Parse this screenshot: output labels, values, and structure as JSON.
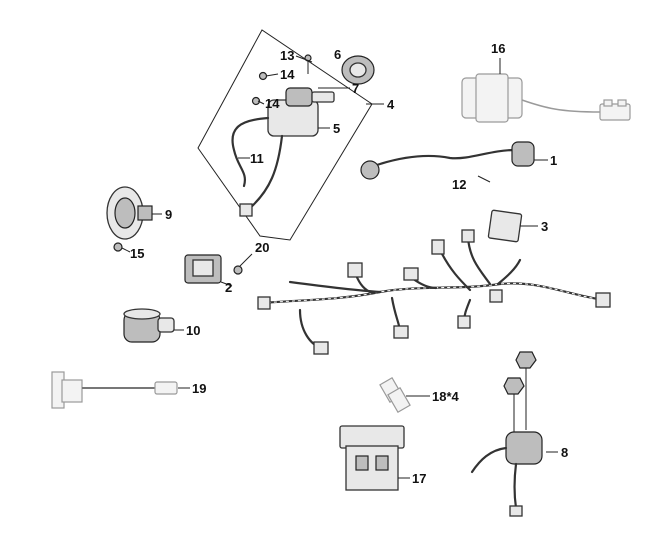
{
  "diagram": {
    "callouts": [
      {
        "id": "c1",
        "text": "1"
      },
      {
        "id": "c2",
        "text": "2"
      },
      {
        "id": "c3",
        "text": "3"
      },
      {
        "id": "c4",
        "text": "4"
      },
      {
        "id": "c5",
        "text": "5"
      },
      {
        "id": "c6",
        "text": "6"
      },
      {
        "id": "c7",
        "text": "7"
      },
      {
        "id": "c8",
        "text": "8"
      },
      {
        "id": "c9",
        "text": "9"
      },
      {
        "id": "c10",
        "text": "10"
      },
      {
        "id": "c11",
        "text": "11"
      },
      {
        "id": "c12",
        "text": "12"
      },
      {
        "id": "c13",
        "text": "13"
      },
      {
        "id": "c14a",
        "text": "14"
      },
      {
        "id": "c14b",
        "text": "14"
      },
      {
        "id": "c15",
        "text": "15"
      },
      {
        "id": "c16",
        "text": "16"
      },
      {
        "id": "c17",
        "text": "17"
      },
      {
        "id": "c18",
        "text": "18*4"
      },
      {
        "id": "c19",
        "text": "19"
      },
      {
        "id": "c20",
        "text": "20"
      }
    ]
  }
}
